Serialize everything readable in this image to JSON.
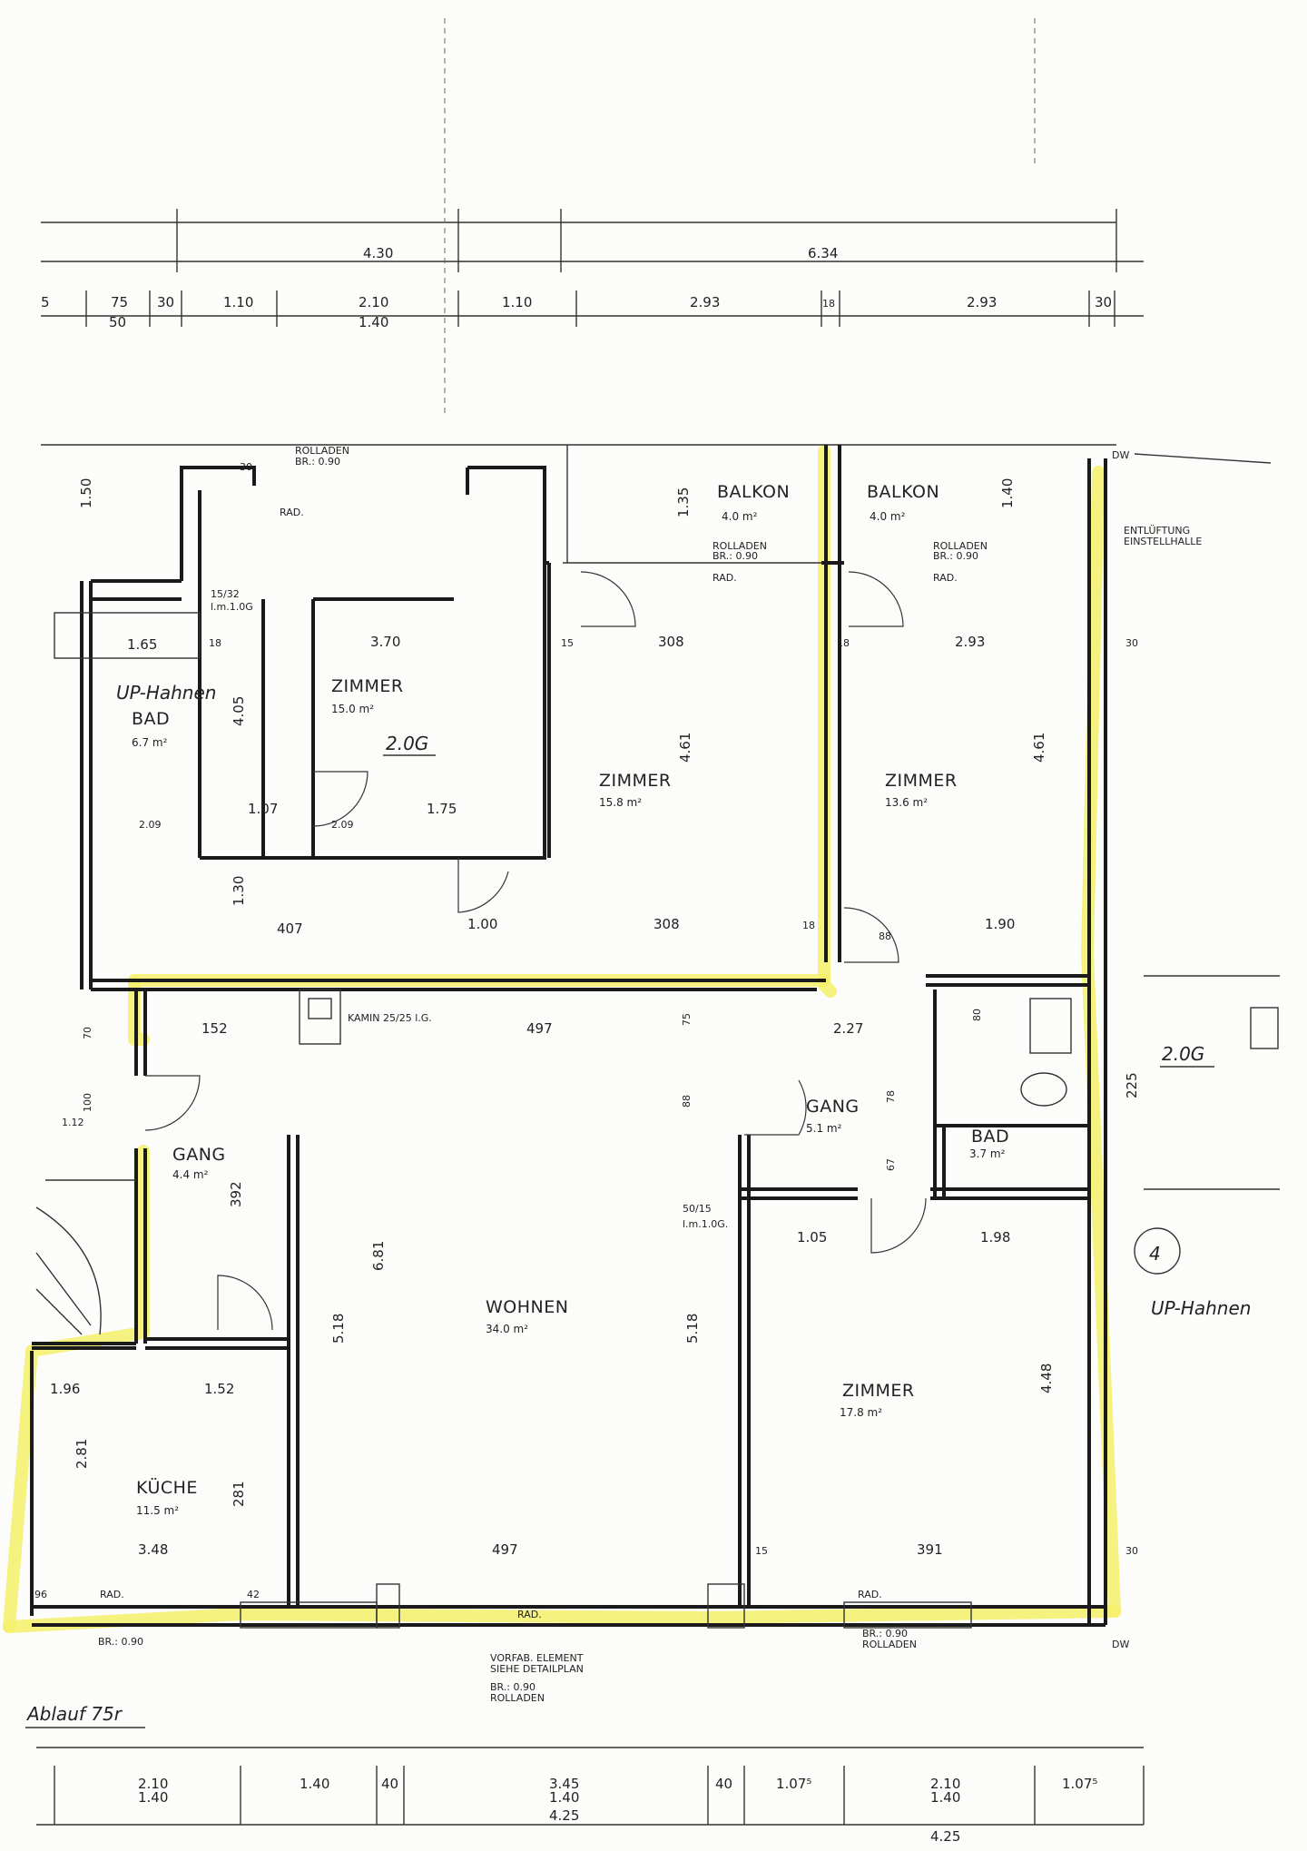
{
  "rooms": {
    "balkon_left": {
      "name": "BALKON",
      "area": "4.0 m²"
    },
    "balkon_right": {
      "name": "BALKON",
      "area": "4.0 m²"
    },
    "bad_top": {
      "name": "BAD",
      "area": "6.7 m²"
    },
    "zimmer_small": {
      "name": "ZIMMER",
      "area": "15.0 m²"
    },
    "zimmer_center": {
      "name": "ZIMMER",
      "area": "15.8 m²"
    },
    "zimmer_right": {
      "name": "ZIMMER",
      "area": "13.6 m²"
    },
    "gang_center": {
      "name": "GANG",
      "area": "5.1 m²"
    },
    "bad_small": {
      "name": "BAD",
      "area": "3.7 m²"
    },
    "gang_left": {
      "name": "GANG",
      "area": "4.4 m²"
    },
    "wohnen": {
      "name": "WOHNEN",
      "area": "34.0 m²"
    },
    "zimmer_bottom": {
      "name": "ZIMMER",
      "area": "17.8 m²"
    },
    "kueche": {
      "name": "KÜCHE",
      "area": "11.5 m²"
    }
  },
  "notes": {
    "rolladen_top": "ROLLADEN",
    "rolladen_top_br": "BR.: 0.90",
    "rolladen_balkon1": "ROLLADEN",
    "rolladen_balkon1_br": "BR.: 0.90",
    "rolladen_balkon2": "ROLLADEN",
    "rolladen_balkon2_br": "BR.: 0.90",
    "rolladen_bottom": "ROLLADEN",
    "rolladen_bottom_br": "BR.: 0.90",
    "rad": "RAD.",
    "entlueftung_1": "ENTLÜFTUNG",
    "entlueftung_2": "EINSTELLHALLE",
    "kamin": "KAMIN 25/25 l.G.",
    "vorfab_1": "VORFAB. ELEMENT",
    "vorfab_2": "SIEHE DETAILPLAN",
    "vorfab_br": "BR.: 0.90",
    "vorfab_rolladen": "ROLLADEN",
    "br_bottom_left": "BR.: 0.90",
    "dw": "DW",
    "level_top": "2.0G",
    "level_right": "2.0G",
    "unit_number": "4",
    "up_hahnen_1": "UP-Hahnen",
    "up_hahnen_2": "UP-Hahnen",
    "ablauf": "Ablauf 75r",
    "niche_1": "15/32",
    "niche_2": "l.m.1.0G",
    "niche_3": "50/15",
    "niche_4": "l.m.1.0G."
  },
  "dims_top": {
    "overall_1": "4.30",
    "overall_2": "6.34",
    "row": [
      "5",
      "75",
      "30",
      "1.10",
      "2.10",
      "1.10",
      "2.93",
      "18",
      "2.93",
      "30"
    ],
    "sub_50": "50",
    "sub_140": "1.40"
  },
  "dims_bottom": {
    "row": [
      "2.10",
      "1.40",
      "40",
      "3.45",
      "40",
      "1.07⁵",
      "2.10",
      "1.07⁵"
    ],
    "sub_1": "1.40",
    "sub_2": "1.40",
    "sub_3": "1.40",
    "overall_1": "4.25",
    "overall_2": "4.25"
  },
  "dims_inner": {
    "d_150": "1.50",
    "d_135": "1.35",
    "d_140_r": "1.40",
    "d_165": "1.65",
    "d_370": "3.70",
    "d_308_a": "308",
    "d_293": "2.93",
    "d_405": "4.05",
    "d_461_a": "4.61",
    "d_461_b": "4.61",
    "d_107": "1.07",
    "d_175": "1.75",
    "d_209_a": "2.09",
    "d_209_b": "2.09",
    "d_407": "407",
    "d_100": "1.00",
    "d_308_b": "308",
    "d_190": "1.90",
    "d_130": "1.30",
    "d_497_a": "497",
    "d_227": "2.27",
    "d_152": "152",
    "d_681": "6.81",
    "d_518_a": "5.18",
    "d_518_b": "5.18",
    "d_392": "392",
    "d_196": "1.96",
    "d_152_b": "1.52",
    "d_281_a": "2.81",
    "d_281_b": "281",
    "d_348": "3.48",
    "d_497_b": "497",
    "d_391": "391",
    "d_448": "4.48",
    "d_105": "1.05",
    "d_198": "1.98",
    "d_225": "225",
    "d_30_a": "30",
    "d_30_b": "30",
    "d_30_c": "30",
    "d_18_a": "18",
    "d_18_b": "18",
    "d_18_c": "18",
    "d_15_a": "15",
    "d_15_b": "15",
    "d_80": "80",
    "d_75": "75",
    "d_88_a": "88",
    "d_88_b": "88",
    "d_67": "67",
    "d_78": "78",
    "d_70": "70",
    "d_100_l": "100",
    "d_112": "1.12",
    "d_96": "96",
    "d_42": "42"
  }
}
